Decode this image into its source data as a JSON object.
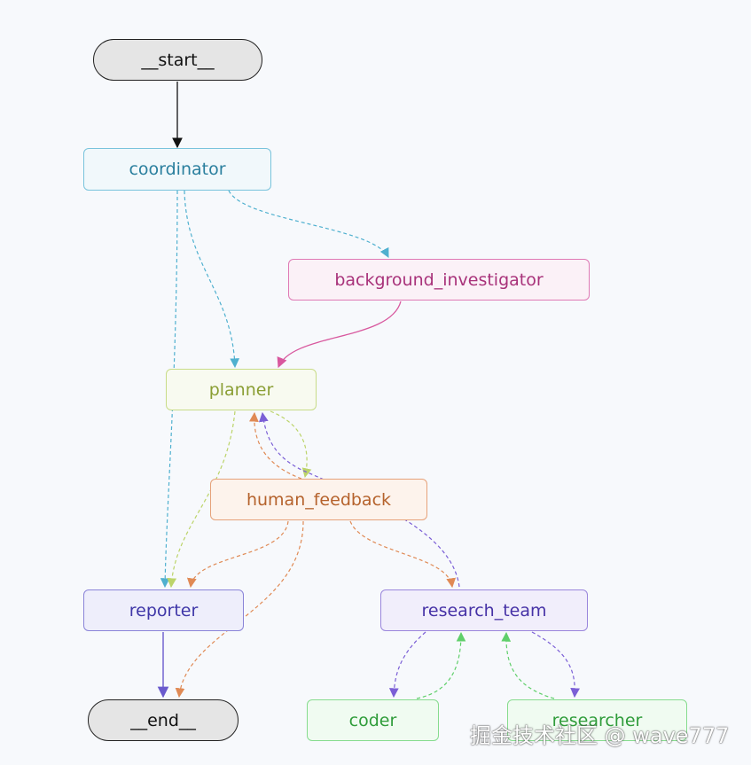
{
  "nodes": {
    "start": "__start__",
    "coordinator": "coordinator",
    "background_investigator": "background_investigator",
    "planner": "planner",
    "human_feedback": "human_feedback",
    "reporter": "reporter",
    "research_team": "research_team",
    "end": "__end__",
    "coder": "coder",
    "researcher": "researcher"
  },
  "watermark": "掘金技术社区 @ wave777",
  "colors": {
    "start_edge": "#111111",
    "coordinator": "#4fb0cf",
    "background_investigator": "#d8589e",
    "planner": "#bcd46a",
    "human_feedback": "#e08a55",
    "reporter": "#6a5acd",
    "research_team": "#7b5fd6",
    "coder": "#5fcf6a",
    "researcher": "#5fcf6a"
  },
  "edges": [
    {
      "from": "start",
      "to": "coordinator",
      "style": "solid"
    },
    {
      "from": "coordinator",
      "to": "background_investigator",
      "style": "dashed"
    },
    {
      "from": "coordinator",
      "to": "planner",
      "style": "dashed"
    },
    {
      "from": "coordinator",
      "to": "reporter",
      "style": "dashed"
    },
    {
      "from": "background_investigator",
      "to": "planner",
      "style": "solid"
    },
    {
      "from": "planner",
      "to": "human_feedback",
      "style": "dashed"
    },
    {
      "from": "planner",
      "to": "reporter",
      "style": "dashed"
    },
    {
      "from": "human_feedback",
      "to": "planner",
      "style": "dashed"
    },
    {
      "from": "human_feedback",
      "to": "reporter",
      "style": "dashed"
    },
    {
      "from": "human_feedback",
      "to": "research_team",
      "style": "dashed"
    },
    {
      "from": "human_feedback",
      "to": "end",
      "style": "dashed"
    },
    {
      "from": "research_team",
      "to": "planner",
      "style": "dashed"
    },
    {
      "from": "research_team",
      "to": "coder",
      "style": "dashed"
    },
    {
      "from": "research_team",
      "to": "researcher",
      "style": "dashed"
    },
    {
      "from": "coder",
      "to": "research_team",
      "style": "dashed"
    },
    {
      "from": "researcher",
      "to": "research_team",
      "style": "dashed"
    },
    {
      "from": "reporter",
      "to": "end",
      "style": "solid"
    }
  ]
}
